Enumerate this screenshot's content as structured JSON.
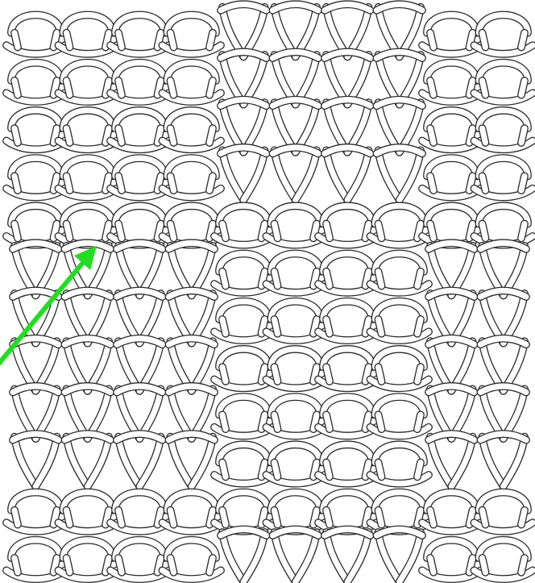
{
  "diagram": {
    "type": "knit-stitch-pattern",
    "stitch_kinds": [
      "purl",
      "knit"
    ],
    "columns": 10,
    "rows": 12,
    "pattern": [
      [
        "purl",
        "purl",
        "purl",
        "purl",
        "knit",
        "knit",
        "knit",
        "knit",
        "purl",
        "purl"
      ],
      [
        "purl",
        "purl",
        "purl",
        "purl",
        "knit",
        "knit",
        "knit",
        "knit",
        "purl",
        "purl"
      ],
      [
        "purl",
        "purl",
        "purl",
        "purl",
        "knit",
        "knit",
        "knit",
        "knit",
        "purl",
        "purl"
      ],
      [
        "purl",
        "purl",
        "purl",
        "purl",
        "knit",
        "knit",
        "knit",
        "knit",
        "purl",
        "purl"
      ],
      [
        "purl",
        "purl",
        "purl",
        "purl",
        "purl",
        "purl",
        "purl",
        "purl",
        "purl",
        "purl"
      ],
      [
        "knit",
        "knit",
        "knit",
        "knit",
        "purl",
        "purl",
        "purl",
        "purl",
        "knit",
        "knit"
      ],
      [
        "knit",
        "knit",
        "knit",
        "knit",
        "purl",
        "purl",
        "purl",
        "purl",
        "knit",
        "knit"
      ],
      [
        "knit",
        "knit",
        "knit",
        "knit",
        "purl",
        "purl",
        "purl",
        "purl",
        "knit",
        "knit"
      ],
      [
        "knit",
        "knit",
        "knit",
        "knit",
        "purl",
        "purl",
        "purl",
        "purl",
        "knit",
        "knit"
      ],
      [
        "knit",
        "knit",
        "knit",
        "knit",
        "purl",
        "purl",
        "purl",
        "purl",
        "knit",
        "knit"
      ],
      [
        "purl",
        "purl",
        "purl",
        "purl",
        "purl",
        "purl",
        "purl",
        "purl",
        "purl",
        "purl"
      ],
      [
        "purl",
        "purl",
        "purl",
        "purl",
        "knit",
        "knit",
        "knit",
        "knit",
        "purl",
        "purl"
      ]
    ],
    "colors": {
      "background": "#ffffff",
      "yarn_outline": "#2a2a2a",
      "yarn_fill": "#ffffff",
      "arrow": "#22dd22"
    },
    "arrow": {
      "points_to": "purl-loop",
      "color_name": "green"
    }
  }
}
